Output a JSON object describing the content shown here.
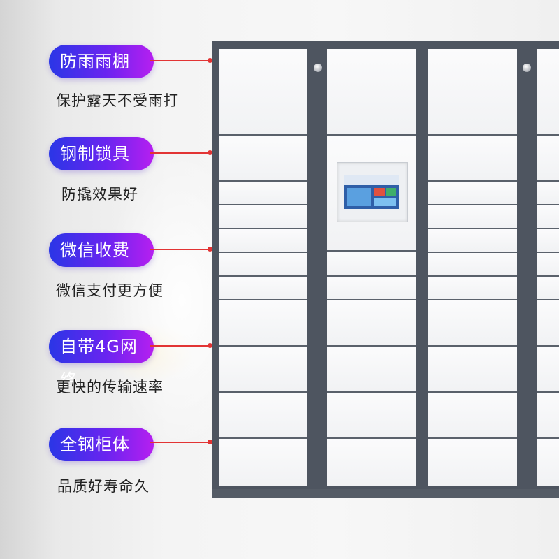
{
  "features": [
    {
      "title": "防雨雨棚",
      "subtitle": "保护露天不受雨打"
    },
    {
      "title": "钢制锁具",
      "subtitle": "防撬效果好"
    },
    {
      "title": "微信收费",
      "subtitle": "微信支付更方便"
    },
    {
      "title": "自带4G网络",
      "subtitle": "更快的传输速率"
    },
    {
      "title": "全钢柜体",
      "subtitle": "品质好寿命久"
    }
  ],
  "colors": {
    "pill_gradient_start": "#2a36e6",
    "pill_gradient_end": "#b61ff0",
    "connector": "#e23434",
    "cabinet_frame": "#4e5560",
    "door": "#f3f4f6"
  },
  "icons": {
    "screen": "touchscreen-panel",
    "knob": "lock-knob"
  }
}
